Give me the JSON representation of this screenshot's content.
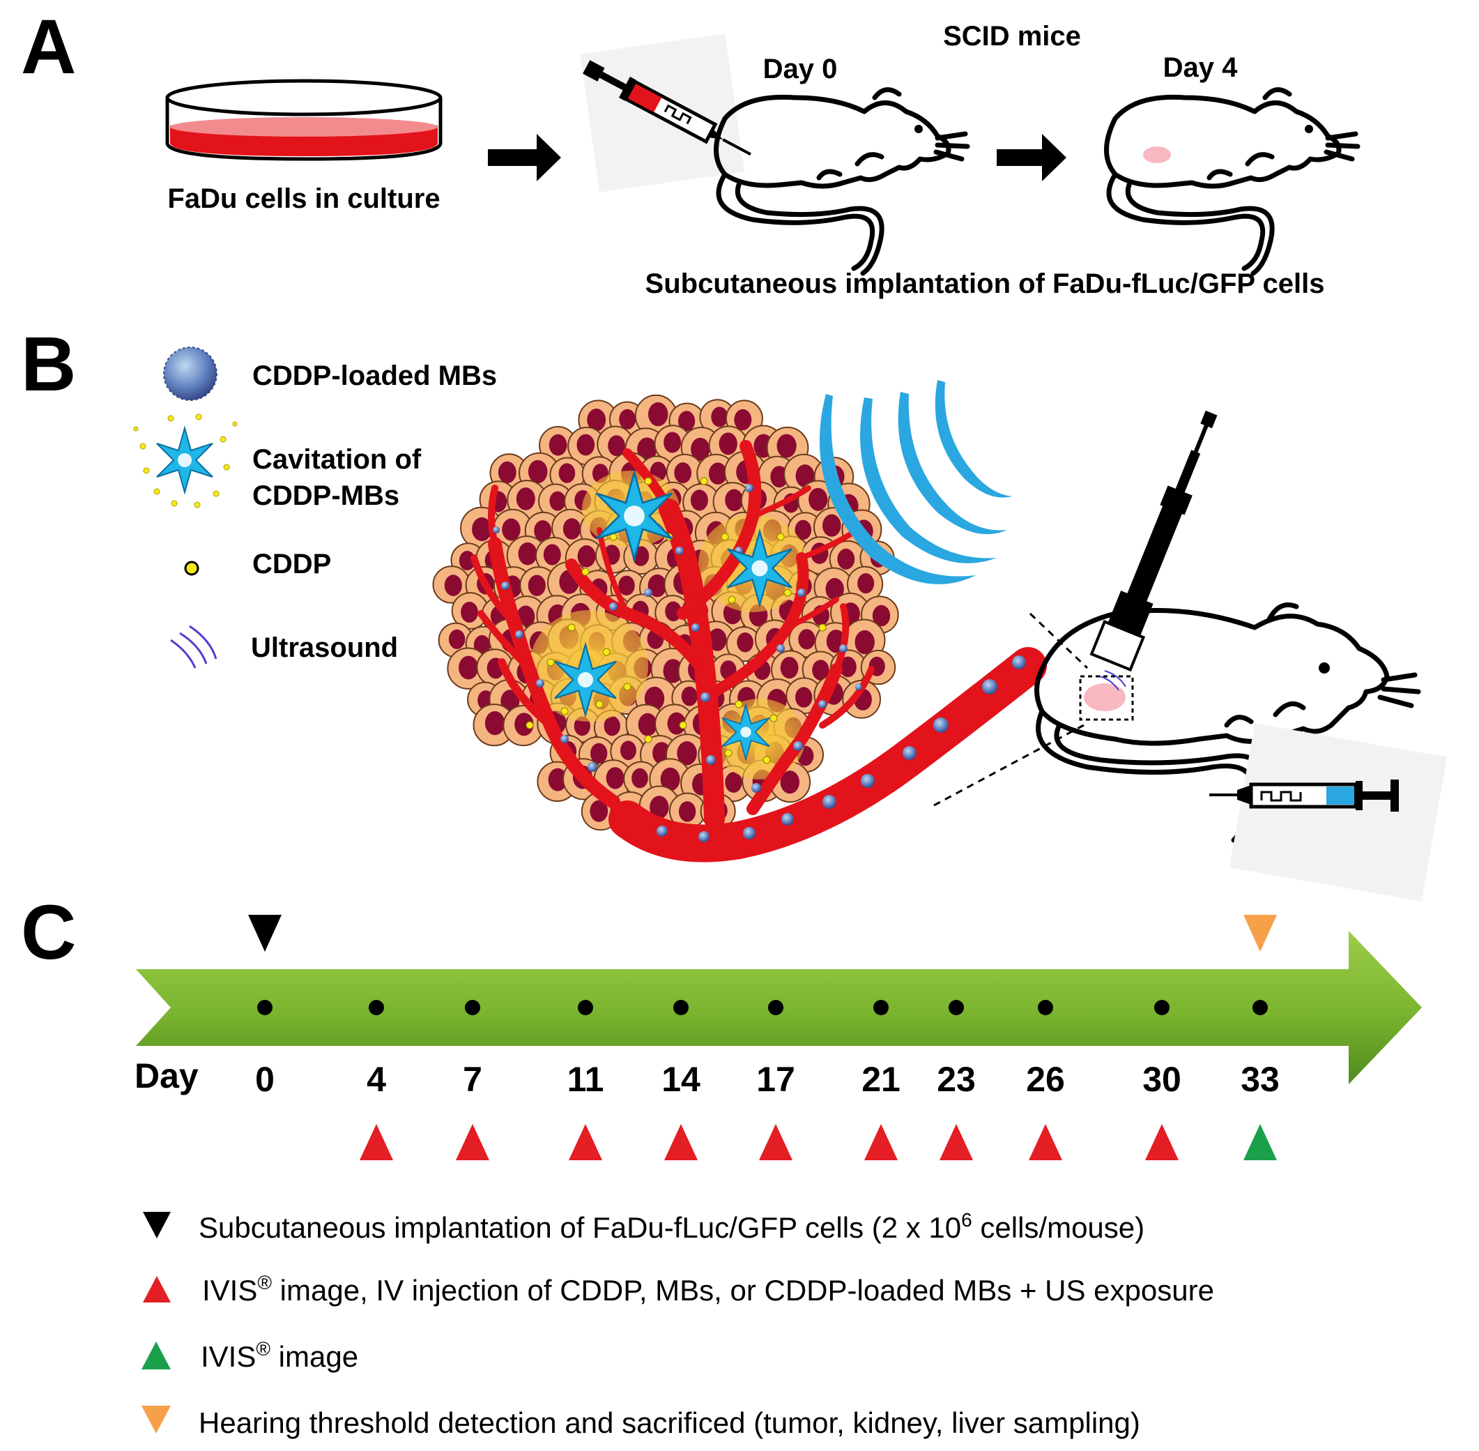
{
  "panels": {
    "a": "A",
    "b": "B",
    "c": "C"
  },
  "panel_a": {
    "culture_label": "FaDu cells in culture",
    "mice_label": "SCID mice",
    "day0_label": "Day 0",
    "day4_label": "Day 4",
    "caption": "Subcutaneous implantation of FaDu-fLuc/GFP cells"
  },
  "panel_b": {
    "legend": [
      {
        "icon": "microbubble-icon",
        "label_lines": [
          "CDDP-loaded MBs"
        ]
      },
      {
        "icon": "cavitation-starburst-icon",
        "label_lines": [
          "Cavitation of",
          "CDDP-MBs"
        ]
      },
      {
        "icon": "cddp-molecule-icon",
        "label_lines": [
          "CDDP"
        ]
      },
      {
        "icon": "ultrasound-waves-icon",
        "label_lines": [
          "Ultrasound"
        ]
      }
    ]
  },
  "panel_c": {
    "day_header": "Day",
    "days": [
      "0",
      "4",
      "7",
      "11",
      "14",
      "17",
      "21",
      "23",
      "26",
      "30",
      "33"
    ],
    "top_markers": [
      {
        "day": "0",
        "kind": "down",
        "color": "#000000"
      },
      {
        "day": "33",
        "kind": "down",
        "color": "#F7A04A"
      }
    ],
    "bottom_markers": [
      {
        "day": "4",
        "kind": "up",
        "color": "#E31E24"
      },
      {
        "day": "7",
        "kind": "up",
        "color": "#E31E24"
      },
      {
        "day": "11",
        "kind": "up",
        "color": "#E31E24"
      },
      {
        "day": "14",
        "kind": "up",
        "color": "#E31E24"
      },
      {
        "day": "17",
        "kind": "up",
        "color": "#E31E24"
      },
      {
        "day": "21",
        "kind": "up",
        "color": "#E31E24"
      },
      {
        "day": "23",
        "kind": "up",
        "color": "#E31E24"
      },
      {
        "day": "26",
        "kind": "up",
        "color": "#E31E24"
      },
      {
        "day": "30",
        "kind": "up",
        "color": "#E31E24"
      },
      {
        "day": "33",
        "kind": "up",
        "color": "#1AA04A"
      }
    ],
    "legend": [
      {
        "kind": "down",
        "color": "#000000",
        "text": "Subcutaneous implantation of FaDu-fLuc/GFP cells (2 x 10",
        "sup": "6",
        "text_after": " cells/mouse)"
      },
      {
        "kind": "up",
        "color": "#E31E24",
        "text": "IVIS",
        "sup": "®",
        "text_after": " image, IV injection of CDDP, MBs, or CDDP-loaded MBs + US exposure"
      },
      {
        "kind": "up",
        "color": "#1AA04A",
        "text": "IVIS",
        "sup": "®",
        "text_after": " image"
      },
      {
        "kind": "down",
        "color": "#F7A04A",
        "text": "Hearing threshold detection and sacrificed (tumor, kidney, liver sampling)",
        "sup": "",
        "text_after": ""
      }
    ]
  },
  "colors": {
    "tumor_cell": "#F5B581",
    "nucleus": "#8B0A32",
    "vessel": "#E3131B",
    "microbubble": "#7B8FC8",
    "cavitation": "#1FB6E8",
    "cddp": "#F7E81A",
    "ultrasound": "#2AA7E0",
    "timeline_light": "#8DC63F",
    "timeline_dark": "#4E8A1D",
    "culture_medium": "#E3131B"
  }
}
